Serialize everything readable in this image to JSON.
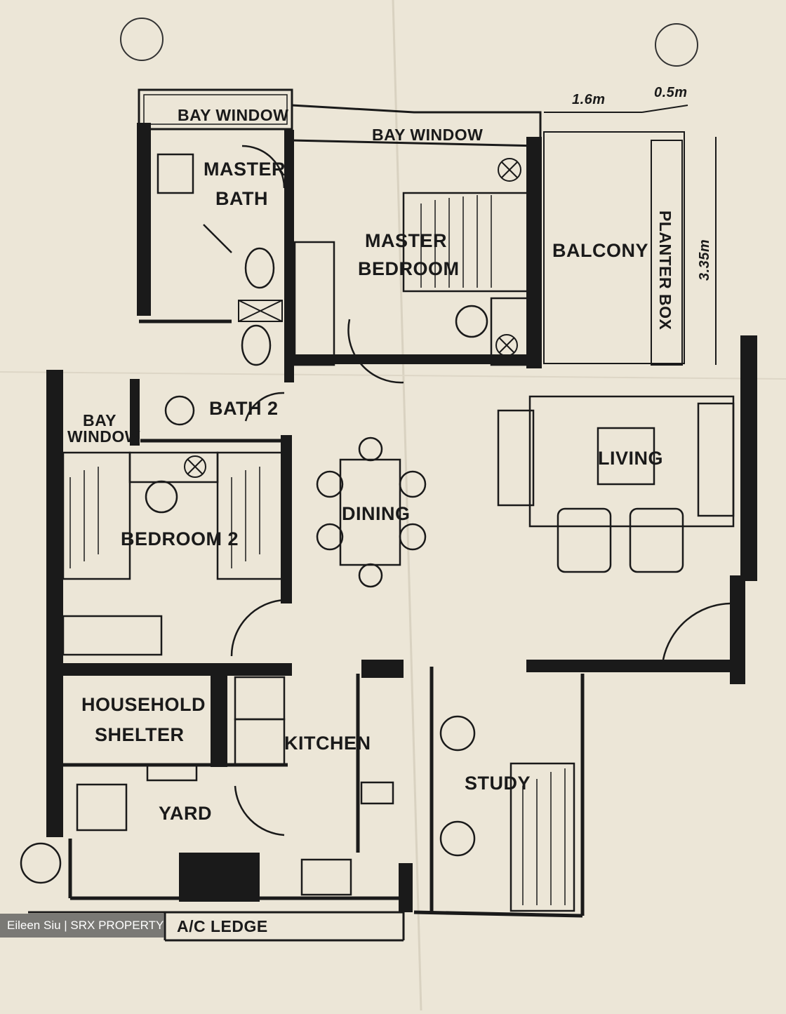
{
  "labels": {
    "bay_window_1": "BAY WINDOW",
    "bay_window_2": "BAY WINDOW",
    "bay_window_3_line1": "BAY",
    "bay_window_3_line2": "WINDOW",
    "master_bath_line1": "MASTER",
    "master_bath_line2": "BATH",
    "master_bedroom_line1": "MASTER",
    "master_bedroom_line2": "BEDROOM",
    "balcony": "BALCONY",
    "planter_box": "PLANTER BOX",
    "bath_2": "BATH 2",
    "living": "LIVING",
    "dining": "DINING",
    "bedroom_2": "BEDROOM 2",
    "household_shelter_line1": "HOUSEHOLD",
    "household_shelter_line2": "SHELTER",
    "kitchen": "KITCHEN",
    "study": "STUDY",
    "yard": "YARD",
    "ac_ledge": "A/C LEDGE"
  },
  "dimensions": {
    "balcony_width": "1.6m",
    "planter_width": "0.5m",
    "balcony_depth": "3.35m"
  },
  "watermark": "Eileen Siu | SRX PROPERTY",
  "colors": {
    "paper": "#ece6d7",
    "ink": "#1a1a1a"
  }
}
